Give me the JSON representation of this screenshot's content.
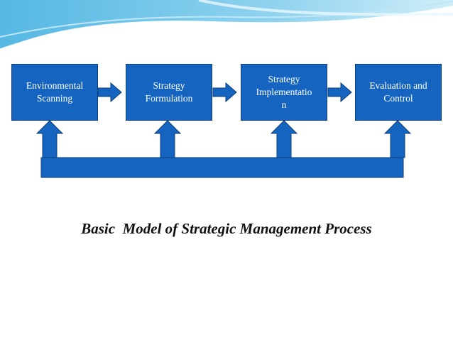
{
  "diagram": {
    "boxes": [
      {
        "label": "Environmental\nScanning"
      },
      {
        "label": "Strategy\nFormulation"
      },
      {
        "label": "Strategy\nImplementatio\nn"
      },
      {
        "label": "Evaluation and\nControl"
      }
    ],
    "caption": "Basic  Model of Strategic Management Process"
  },
  "colors": {
    "box_fill": "#1565c0",
    "box_border": "#0d3f7a",
    "arrow_fill": "#1565c0",
    "header_wave": "#6fc3e6"
  }
}
